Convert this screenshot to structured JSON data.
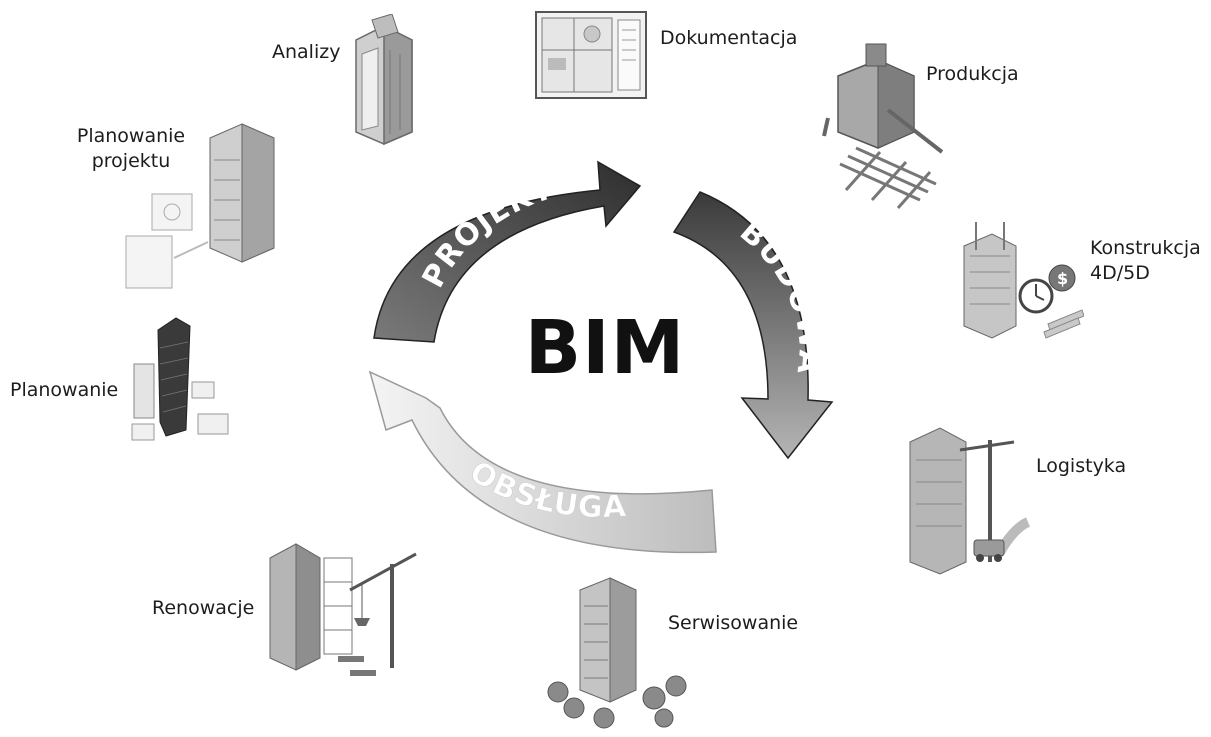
{
  "center_label": "BIM",
  "cycle": {
    "design": "PROJEKT",
    "build": "BUDOWA",
    "operate": "OBSŁUGA",
    "colors": {
      "design_dark": "#2e2e2e",
      "design_light": "#7a7a7a",
      "build_dark": "#3a3a3a",
      "build_light": "#b5b5b5",
      "operate_dark": "#bdbdbd",
      "operate_light": "#f4f4f4"
    }
  },
  "stages": {
    "analysis": "Analizy",
    "documentation": "Dokumentacja",
    "production": "Produkcja",
    "construction_line1": "Konstrukcja",
    "construction_line2": "4D/5D",
    "logistics": "Logistyka",
    "servicing": "Serwisowanie",
    "renovation": "Renowacje",
    "planning": "Planowanie",
    "project_planning_line1": "Planowanie",
    "project_planning_line2": "projektu"
  },
  "icons": {
    "analysis": "building-analysis-icon",
    "documentation": "floor-plan-icon",
    "production": "factory-machine-icon",
    "construction": "construction-cost-icon",
    "logistics": "crane-logistics-icon",
    "servicing": "building-trees-icon",
    "renovation": "renovation-crane-icon",
    "planning": "tower-planning-icon",
    "project_planning": "project-plan-icon"
  }
}
